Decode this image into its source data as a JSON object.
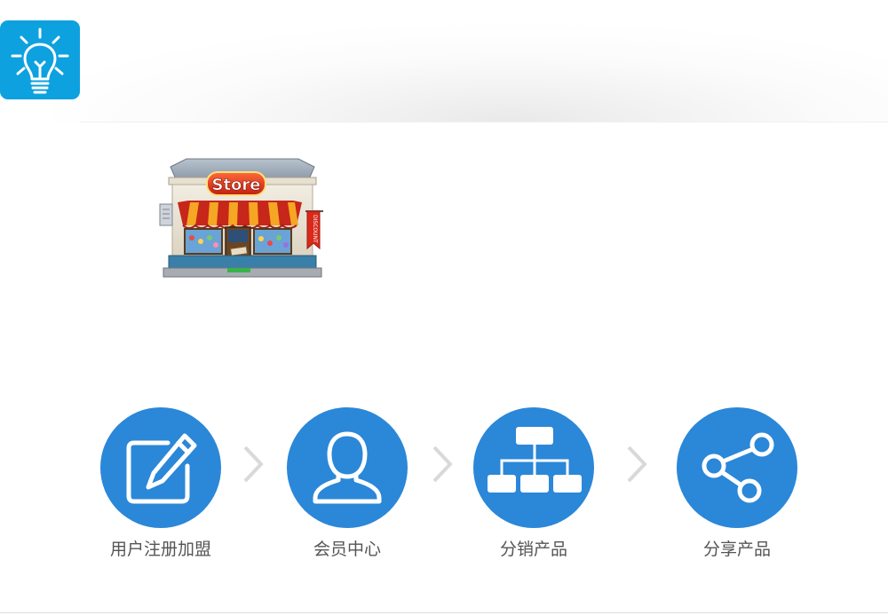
{
  "icons": {
    "badge": "lightbulb-icon",
    "store": "store-illustration",
    "step1": "edit-icon",
    "step2": "user-icon",
    "step3": "org-chart-icon",
    "step4": "share-icon",
    "arrow": "chevron-right-icon"
  },
  "store": {
    "sign": "Store",
    "banner": "DISCOUNT"
  },
  "steps": [
    {
      "label": "用户注册加盟"
    },
    {
      "label": "会员中心"
    },
    {
      "label": "分销产品"
    },
    {
      "label": "分享产品"
    }
  ],
  "colors": {
    "accent": "#2b87d8",
    "badge": "#0ea1df",
    "label": "#555555",
    "arrow": "#d9d9d9"
  }
}
